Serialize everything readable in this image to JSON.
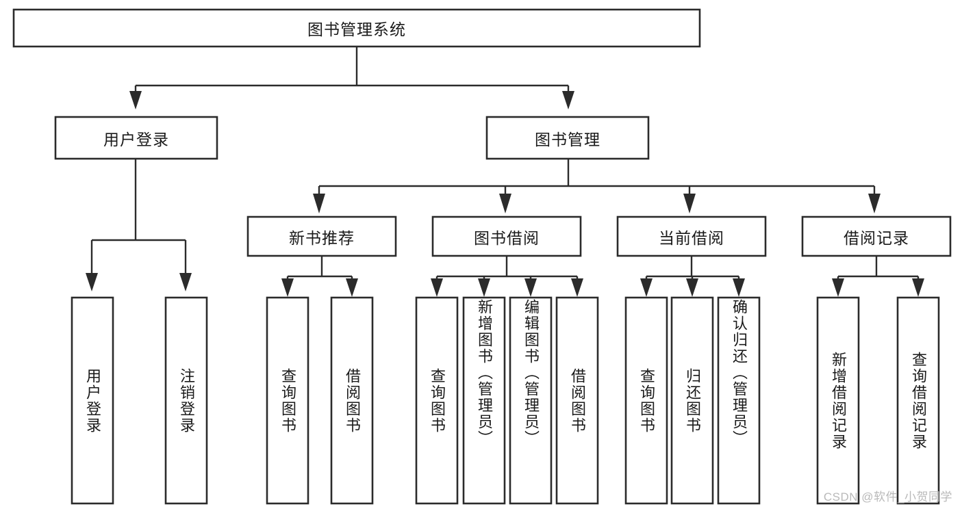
{
  "diagram": {
    "title": "图书管理系统",
    "type": "tree-hierarchy-chart",
    "orientation": "top-down",
    "colors": {
      "box_stroke": "#2b2b2b",
      "box_fill": "#ffffff",
      "connector": "#2b2b2b",
      "label_text": "#1a1a1a",
      "background": "#ffffff",
      "watermark": "#b9b9b9"
    },
    "nodes": {
      "root": {
        "id": "root",
        "label": "图书管理系统",
        "level": 0,
        "orientation": "horizontal"
      },
      "l1": [
        {
          "id": "user-login",
          "label": "用户登录",
          "level": 1,
          "orientation": "horizontal"
        },
        {
          "id": "book-manage",
          "label": "图书管理",
          "level": 1,
          "orientation": "horizontal"
        }
      ],
      "l2": [
        {
          "id": "new-book-recommend",
          "label": "新书推荐",
          "level": 2,
          "orientation": "horizontal",
          "parent": "book-manage"
        },
        {
          "id": "book-borrow",
          "label": "图书借阅",
          "level": 2,
          "orientation": "horizontal",
          "parent": "book-manage"
        },
        {
          "id": "current-borrow",
          "label": "当前借阅",
          "level": 2,
          "orientation": "horizontal",
          "parent": "book-manage"
        },
        {
          "id": "borrow-record",
          "label": "借阅记录",
          "level": 2,
          "orientation": "horizontal",
          "parent": "book-manage"
        }
      ],
      "leaves": [
        {
          "id": "leaf-user-login",
          "label": "用户登录",
          "parent": "user-login",
          "orientation": "vertical"
        },
        {
          "id": "leaf-user-logout",
          "label": "注销登录",
          "parent": "user-login",
          "orientation": "vertical"
        },
        {
          "id": "leaf-query-book-1",
          "label": "查询图书",
          "parent": "new-book-recommend",
          "orientation": "vertical"
        },
        {
          "id": "leaf-borrow-book-1",
          "label": "借阅图书",
          "parent": "new-book-recommend",
          "orientation": "vertical"
        },
        {
          "id": "leaf-query-book-2",
          "label": "查询图书",
          "parent": "book-borrow",
          "orientation": "vertical"
        },
        {
          "id": "leaf-add-book",
          "label": "新增图书（管理员）",
          "parent": "book-borrow",
          "orientation": "vertical"
        },
        {
          "id": "leaf-edit-book",
          "label": "编辑图书（管理员）",
          "parent": "book-borrow",
          "orientation": "vertical"
        },
        {
          "id": "leaf-borrow-book-2",
          "label": "借阅图书",
          "parent": "book-borrow",
          "orientation": "vertical"
        },
        {
          "id": "leaf-query-book-3",
          "label": "查询图书",
          "parent": "current-borrow",
          "orientation": "vertical"
        },
        {
          "id": "leaf-return-book",
          "label": "归还图书",
          "parent": "current-borrow",
          "orientation": "vertical"
        },
        {
          "id": "leaf-confirm-return",
          "label": "确认归还（管理员）",
          "parent": "current-borrow",
          "orientation": "vertical"
        },
        {
          "id": "leaf-add-record",
          "label": "新增借阅记录",
          "parent": "borrow-record",
          "orientation": "vertical"
        },
        {
          "id": "leaf-query-record",
          "label": "查询借阅记录",
          "parent": "borrow-record",
          "orientation": "vertical"
        }
      ]
    },
    "watermark": "CSDN @软件_小贺同学"
  }
}
